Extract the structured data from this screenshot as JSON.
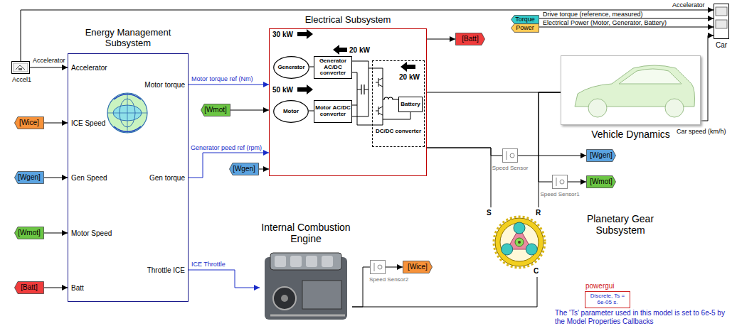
{
  "diagram": {
    "nodes": [
      {
        "text": [
          "Accel1"
        ]
      },
      {
        "text": [
          "Energy Management Subsystem",
          "Accelerator",
          "ICE Speed",
          "Gen Speed",
          "Motor Speed",
          "Batt",
          "Motor torque",
          "Gen torque",
          "Throttle ICE"
        ]
      },
      {
        "text": [
          "[Wice]"
        ]
      },
      {
        "text": [
          "[Wgen]"
        ]
      },
      {
        "text": [
          "[Wmot]"
        ]
      },
      {
        "text": [
          "[Batt]"
        ]
      },
      {
        "text": [
          "[Wmot]"
        ]
      },
      {
        "text": [
          "[Wgen]"
        ]
      },
      {
        "text": [
          "Electrical Subsystem"
        ]
      },
      {
        "text": [
          "Generator"
        ],
        "in": 8
      },
      {
        "text": [
          "Generator AC/DC converter"
        ],
        "in": 8
      },
      {
        "text": [
          "Motor"
        ],
        "in": 8
      },
      {
        "text": [
          "Motor AC/DC converter"
        ],
        "in": 8
      },
      {
        "text": [
          "DC/DC converter"
        ],
        "in": 8
      },
      {
        "text": [
          "Battery"
        ],
        "in": 13
      },
      {
        "text": [
          "[Batt]"
        ]
      },
      {
        "text": [
          "Torque"
        ]
      },
      {
        "text": [
          "Power"
        ]
      },
      {
        "text": [
          "Car"
        ]
      },
      {
        "text": [
          "Vehicle Dynamics"
        ]
      },
      {
        "text": [
          "Speed Sensor"
        ]
      },
      {
        "text": [
          "[Wgen]"
        ]
      },
      {
        "text": [
          "Speed Sensor1"
        ]
      },
      {
        "text": [
          "[Wmot]"
        ]
      },
      {
        "text": [
          "Planetary Gear Subsystem",
          "S",
          "R",
          "C"
        ]
      },
      {
        "text": [
          "Internal Combustion Engine"
        ]
      },
      {
        "text": [
          "Speed Sensor2"
        ]
      },
      {
        "text": [
          "[Wice]"
        ]
      },
      {
        "text": [
          "powergui",
          "Discrete, Ts = 6e-05 s."
        ]
      }
    ],
    "edges": [
      {
        "from": 0,
        "to": 1,
        "label": "Accelerator",
        "arrow": "to"
      },
      {
        "from": 0,
        "to": 18,
        "label": "Accelerator",
        "arrow": "to"
      },
      {
        "from": 2,
        "to": 1,
        "arrow": "to"
      },
      {
        "from": 3,
        "to": 1,
        "arrow": "to"
      },
      {
        "from": 4,
        "to": 1,
        "arrow": "to"
      },
      {
        "from": 5,
        "to": 1,
        "arrow": "to"
      },
      {
        "from": 1,
        "to": 8,
        "label": "Motor torque ref (Nm)",
        "arrow": "to"
      },
      {
        "from": 1,
        "to": 8,
        "label": "Generator peed ref (rpm)",
        "arrow": "to"
      },
      {
        "from": 6,
        "to": 8,
        "arrow": "to"
      },
      {
        "from": 7,
        "to": 8,
        "arrow": "to"
      },
      {
        "from": 1,
        "to": 25,
        "label": "ICE Throttle",
        "arrow": "to"
      },
      {
        "from": 8,
        "to": 15,
        "arrow": "to"
      },
      {
        "from": 16,
        "to": 18,
        "label": "Drive torque (reference, measured)",
        "arrow": "to"
      },
      {
        "from": 17,
        "to": 18,
        "label": "Electrical Power (Motor, Generator, Battery)",
        "arrow": "to"
      },
      {
        "from": 19,
        "to": 18,
        "label": "Car speed (km/h)",
        "arrow": "to"
      },
      {
        "from": 8,
        "to": 19,
        "arrow": "none"
      },
      {
        "from": 24,
        "to": 19,
        "arrow": "none"
      },
      {
        "from": 22,
        "to": 19,
        "arrow": "none"
      },
      {
        "from": 8,
        "to": 24,
        "arrow": "none"
      },
      {
        "from": 8,
        "to": 20,
        "arrow": "none"
      },
      {
        "from": 20,
        "to": 21,
        "arrow": "to"
      },
      {
        "from": 22,
        "to": 23,
        "arrow": "to"
      },
      {
        "from": 25,
        "to": 24,
        "arrow": "none"
      },
      {
        "from": 25,
        "to": 26,
        "arrow": "none"
      },
      {
        "from": 26,
        "to": 27,
        "arrow": "to"
      },
      {
        "from": 9,
        "to": 10,
        "arrow": "none"
      },
      {
        "from": 11,
        "to": 12,
        "arrow": "none"
      }
    ],
    "labels": [
      "30 kW",
      "20 kW",
      "50 kW",
      "20 kW",
      "The 'Ts' parameter used in this model is set to 6e-5 by the Model Properties Callbacks"
    ]
  }
}
